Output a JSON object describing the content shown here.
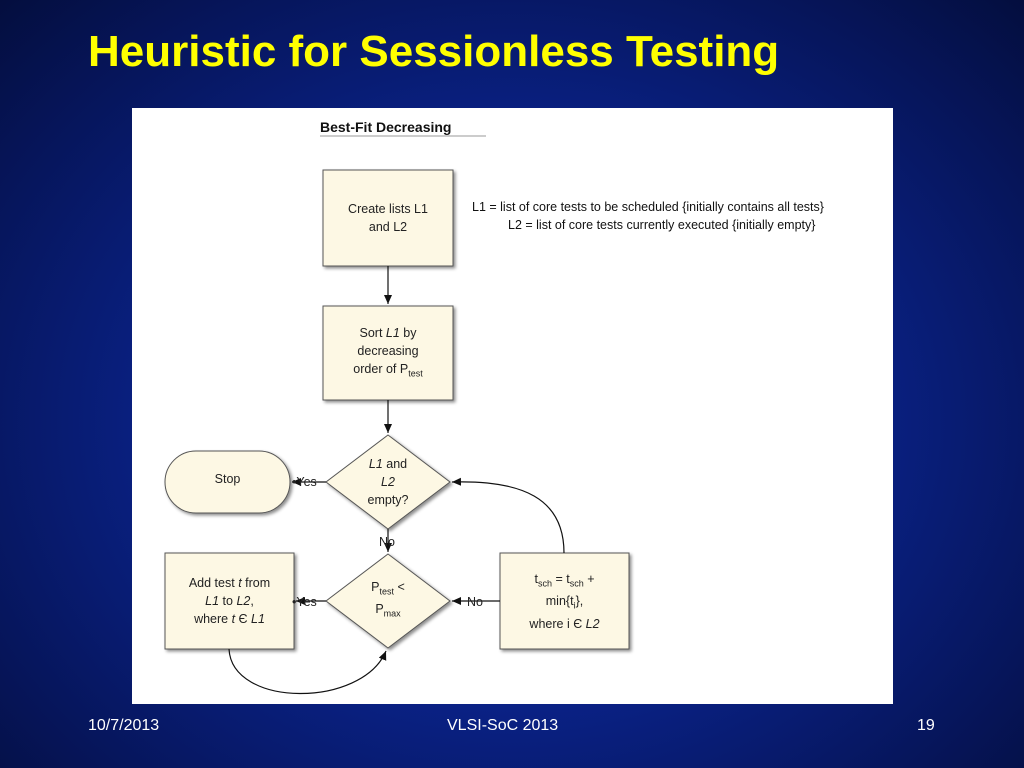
{
  "slide": {
    "title": "Heuristic for Sessionless Testing"
  },
  "diagram": {
    "title": "Best-Fit Decreasing",
    "legend": {
      "line1": "L1 = list of core tests to be scheduled {initially contains all  tests}",
      "line2": "L2 = list of core tests currently executed {initially empty}"
    },
    "nodes": {
      "create_lists": {
        "line1": "Create lists L1",
        "line2": "and L2"
      },
      "sort": {
        "line1_pre": "Sort ",
        "line1_em": "L1",
        "line1_post": " by",
        "line2": "decreasing",
        "line3_pre": "order of P",
        "line3_sub": "test"
      },
      "empty_check": {
        "line1_em": "L1",
        "line1_post": " and",
        "line2_em": "L2",
        "line3": "empty?"
      },
      "stop": {
        "label": "Stop"
      },
      "power_check": {
        "line1_pre": "P",
        "line1_sub": "test",
        "line1_post": " <",
        "line2_pre": "P",
        "line2_sub": "max"
      },
      "add_test": {
        "line1_pre": "Add test ",
        "line1_em": "t",
        "line1_post": " from",
        "line2_em1": "L1",
        "line2_mid": " to ",
        "line2_em2": "L2",
        "line2_post": ",",
        "line3_pre": "where ",
        "line3_em1": "t",
        "line3_mid": " Є ",
        "line3_em2": "L1"
      },
      "update_time": {
        "line1_a": "t",
        "line1_sub_a": "sch",
        "line1_b": " = t",
        "line1_sub_b": "sch",
        "line1_c": " +",
        "line2_a": "min{t",
        "line2_sub": "i",
        "line2_b": "},",
        "line3_pre": "where i Є ",
        "line3_em": "L2"
      }
    },
    "edge_labels": {
      "empty_yes": "•Yes",
      "empty_no": "No",
      "power_yes": "•Yes",
      "power_no": "No"
    }
  },
  "footer": {
    "date": "10/7/2013",
    "conference": "VLSI-SoC 2013",
    "page": "19"
  }
}
